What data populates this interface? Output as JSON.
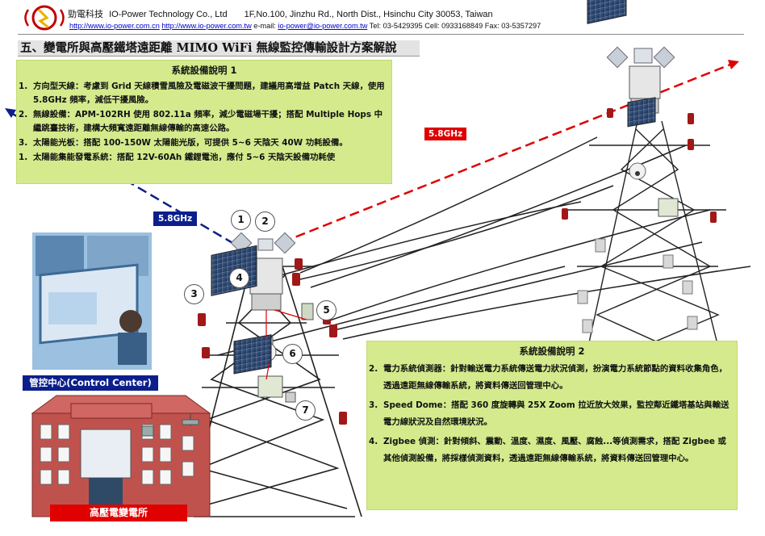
{
  "header": {
    "company_cn": "勁電科技",
    "company_en": "IO-Power Technology Co., Ltd",
    "address": "1F,No.100, Jinzhu Rd., North Dist., Hsinchu City 30053, Taiwan",
    "url1": "http://www.io-power.com.cn",
    "url2": "http://www.io-power.com.tw",
    "email_label": "e-mail:",
    "email": "io-power@io-power.com.tw",
    "tel": "Tel: 03-5429395",
    "cell": "Cell: 0933168849",
    "fax": "Fax: 03-5357297"
  },
  "title": "五、變電所與高壓鐵塔遠距離 MIMO WiFi 無線監控傳輸設計方案解說",
  "box1": {
    "heading": "系統設備說明 1",
    "items": [
      {
        "num": "1.",
        "text": "方向型天線：考慮到 Grid 天線積雪風險及電磁波干擾問題，建議用高增益 Patch 天線，使用 5.8GHz 頻率，減低干擾風險。"
      },
      {
        "num": "2.",
        "text": "無線設備：APM-102RH 使用 802.11a 頻率，減少電磁場干擾；搭配 Multiple Hops 中繼跳臺技術，建構大頻寬遠距離無線傳輸的高速公路。"
      },
      {
        "num": "3.",
        "text": "太陽能光板：搭配 100-150W 太陽能光版，可提供 5~6 天陰天 40W 功耗設備。"
      },
      {
        "num": "1.",
        "text": "太陽能集能發電系統：搭配 12V-60Ah 鐵鋰電池，應付 5~6 天陰天設備功耗使"
      }
    ]
  },
  "box2": {
    "heading": "系統設備說明 2",
    "items": [
      {
        "num": "2.",
        "text": "電力系統偵測器：針對輸送電力系統傳送電力狀況偵測，扮演電力系統節點的資料收集角色，透過遠距無線傳輸系統，將資料傳送回管理中心。"
      },
      {
        "num": "3.",
        "text": "Speed Dome：搭配 360 度旋轉與 25X Zoom 拉近放大效果，監控鄰近鐵塔基站與輸送電力線狀況及自然環境狀況。"
      },
      {
        "num": "4.",
        "text": "Zigbee 偵測：針對傾斜、震動、溫度、濕度、風壓、腐蝕...等偵測需求，搭配 Zigbee 或其他偵測設備，將採樣偵測資料，透過遠距無線傳輸系統，將資料傳送回管理中心。"
      }
    ]
  },
  "labels": {
    "freq_red": "5.8GHz",
    "freq_blue": "5.8GHz",
    "control_center": "管控中心(Control Center)",
    "substation": "高壓電變電所"
  },
  "markers": [
    "1",
    "2",
    "3",
    "4",
    "5",
    "6",
    "7"
  ],
  "colors": {
    "green_box": "#d4ea8c",
    "red": "#e00000",
    "navy": "#0b1f8c",
    "link_red": "#e00000",
    "link_blue": "#0b1f8c"
  },
  "icons": [
    "logo-icon",
    "patch-antenna-icon",
    "solar-panel-icon",
    "speed-dome-icon",
    "zigbee-sensor-icon",
    "insulator-icon",
    "tower-icon",
    "building-icon",
    "monitor-icon"
  ]
}
